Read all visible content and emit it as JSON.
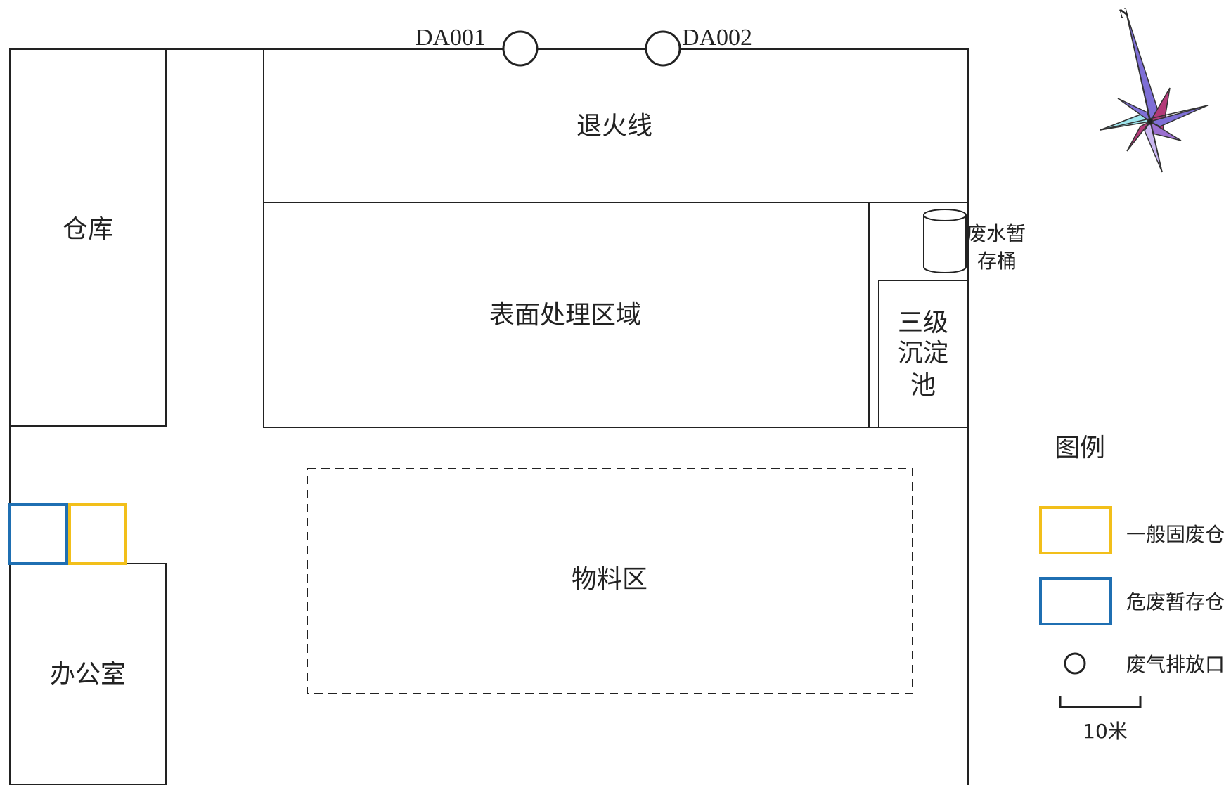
{
  "labels": {
    "warehouse": "仓库",
    "office": "办公室",
    "annealing_line": "退火线",
    "surface_treatment": "表面处理区域",
    "settling_tank": [
      "三级",
      "沉淀",
      "池"
    ],
    "wastewater_bucket": [
      "废水暂",
      "存桶"
    ],
    "material_area": "物料区",
    "outlet_1": "DA001",
    "outlet_2": "DA002",
    "compass_north": "N"
  },
  "legend": {
    "title": "图例",
    "items": [
      {
        "label": "一般固废仓",
        "color": "#f2bf1a"
      },
      {
        "label": "危废暂存仓",
        "color": "#1f6fb2"
      },
      {
        "label": "废气排放口",
        "color": "#222222"
      }
    ],
    "scale_label": "10米"
  },
  "colors": {
    "line": "#222222",
    "general_waste": "#f2bf1a",
    "hazardous_waste": "#1f6fb2",
    "rose_purple": "#7e6fd6",
    "rose_magenta": "#b23a78",
    "rose_cyan": "#9ee6ee"
  }
}
